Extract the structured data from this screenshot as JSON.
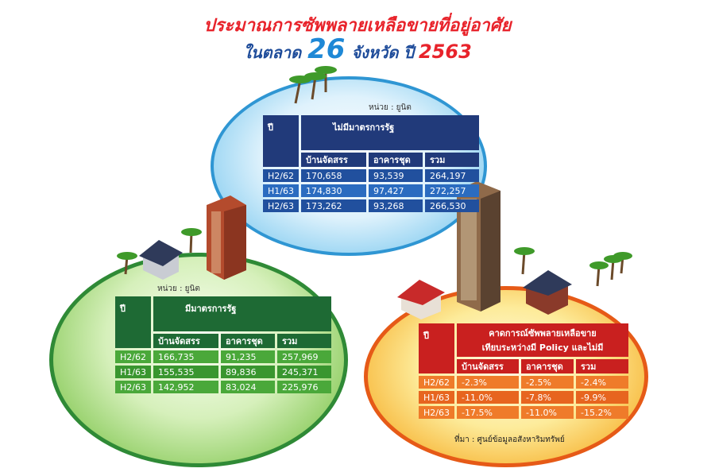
{
  "title_line1": "ประมาณการซัพพลายเหลือขายที่อยู่อาศัย",
  "title_line2_prefix": "ในตลาด",
  "title_line2_number": "26",
  "title_line2_suffix": "จังหวัด ปี",
  "title_line2_year": "2563",
  "unit_label": "หน่วย : ยูนิต",
  "source": "ที่มา : ศูนย์ข้อมูลอสังหาริมทรัพย์",
  "colors": {
    "title_red": "#e8232b",
    "title_blue": "#1e4c9a",
    "blue": "#2f96d3",
    "green": "#2f8a36",
    "orange": "#e65a17"
  },
  "tables": {
    "no_measure": {
      "year_header": "ปี",
      "group_header": "ไม่มีมาตรการรัฐ",
      "columns": [
        "บ้านจัดสรร",
        "อาคารชุด",
        "รวม"
      ],
      "rows": [
        {
          "period": "H2/62",
          "values": [
            "170,658",
            "93,539",
            "264,197"
          ]
        },
        {
          "period": "H1/63",
          "values": [
            "174,830",
            "97,427",
            "272,257"
          ]
        },
        {
          "period": "H2/63",
          "values": [
            "173,262",
            "93,268",
            "266,530"
          ]
        }
      ]
    },
    "with_measure": {
      "year_header": "ปี",
      "group_header": "มีมาตรการรัฐ",
      "columns": [
        "บ้านจัดสรร",
        "อาคารชุด",
        "รวม"
      ],
      "rows": [
        {
          "period": "H2/62",
          "values": [
            "166,735",
            "91,235",
            "257,969"
          ]
        },
        {
          "period": "H1/63",
          "values": [
            "155,535",
            "89,836",
            "245,371"
          ]
        },
        {
          "period": "H2/63",
          "values": [
            "142,952",
            "83,024",
            "225,976"
          ]
        }
      ]
    },
    "compare": {
      "year_header": "ปี",
      "group_header_line1": "คาดการณ์ซัพพลายเหลือขาย",
      "group_header_line2": "เทียบระหว่างมี Policy และไม่มี",
      "columns": [
        "บ้านจัดสรร",
        "อาคารชุด",
        "รวม"
      ],
      "rows": [
        {
          "period": "H2/62",
          "values": [
            "-2.3%",
            "-2.5%",
            "-2.4%"
          ]
        },
        {
          "period": "H1/63",
          "values": [
            "-11.0%",
            "-7.8%",
            "-9.9%"
          ]
        },
        {
          "period": "H2/63",
          "values": [
            "-17.5%",
            "-11.0%",
            "-15.2%"
          ]
        }
      ]
    }
  }
}
